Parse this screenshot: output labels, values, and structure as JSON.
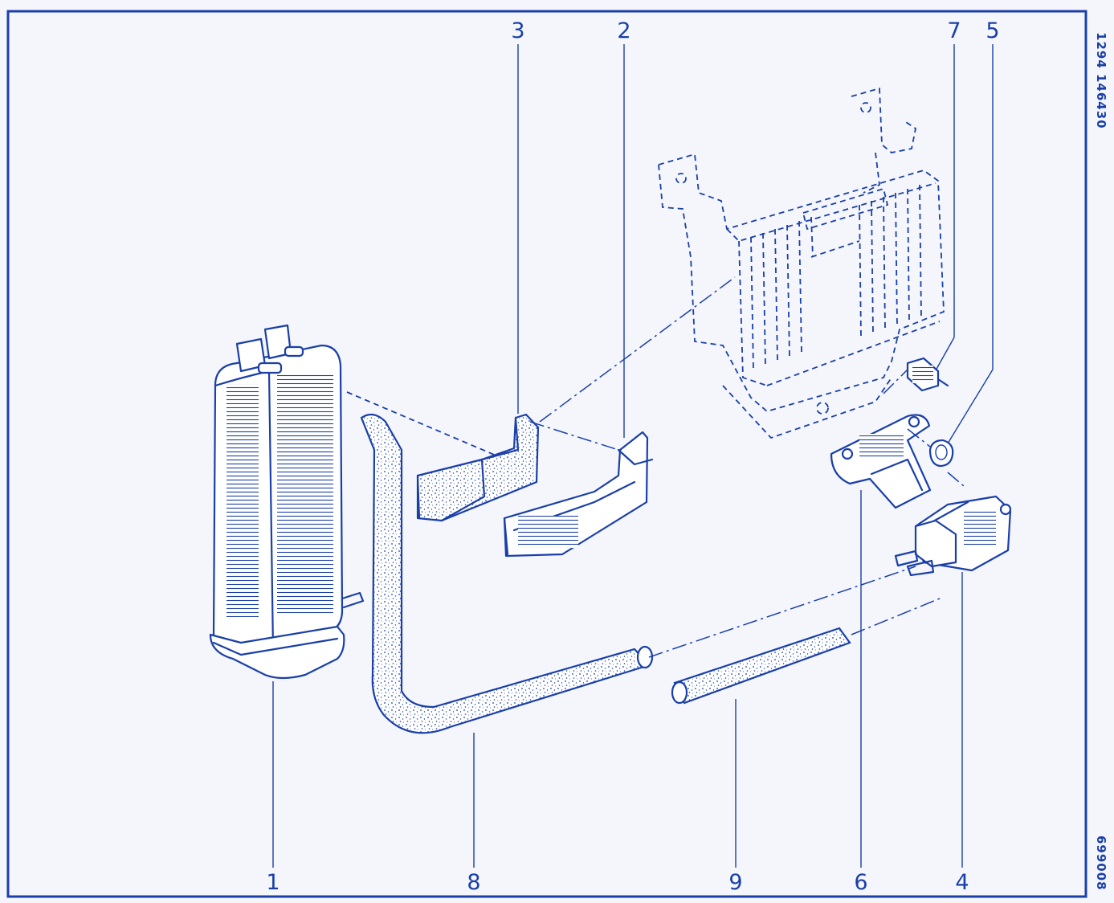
{
  "diagram": {
    "side_code_top": "1294  146430",
    "side_code_bottom": "699008",
    "callouts": {
      "p1": "1",
      "p2": "2",
      "p3": "3",
      "p4": "4",
      "p5": "5",
      "p6": "6",
      "p7": "7",
      "p8": "8",
      "p9": "9"
    },
    "colors": {
      "ink": "#1a3fa8",
      "background": "#f4f6fb"
    }
  }
}
